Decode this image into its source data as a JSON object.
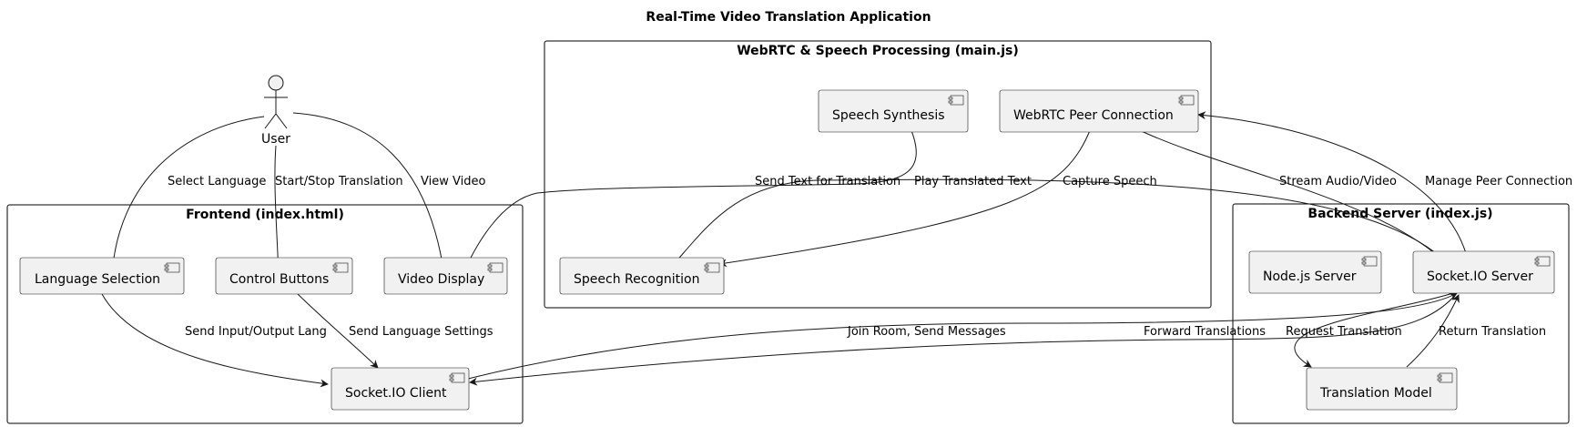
{
  "title": "Real-Time Video Translation Application",
  "actor": {
    "label": "User"
  },
  "packages": {
    "frontend": "Frontend (index.html)",
    "webrtc": "WebRTC & Speech Processing (main.js)",
    "backend": "Backend Server (index.js)"
  },
  "components": {
    "language_selection": "Language Selection",
    "control_buttons": "Control Buttons",
    "video_display": "Video Display",
    "socketio_client": "Socket.IO Client",
    "speech_synthesis": "Speech Synthesis",
    "webrtc_peer": "WebRTC Peer Connection",
    "speech_recognition": "Speech Recognition",
    "nodejs_server": "Node.js Server",
    "socketio_server": "Socket.IO Server",
    "translation_model": "Translation Model"
  },
  "edges": {
    "select_language": "Select Language",
    "start_stop": "Start/Stop Translation",
    "view_video": "View Video",
    "send_io_lang": "Send Input/Output Lang",
    "send_lang_settings": "Send Language Settings",
    "join_room": "Join Room, Send Messages",
    "forward_translations": "Forward Translations",
    "send_text": "Send Text for Translation",
    "play_translated": "Play Translated Text",
    "capture_speech": "Capture Speech",
    "stream_av": "Stream Audio/Video",
    "manage_peer": "Manage Peer Connection",
    "request_translation": "Request Translation",
    "return_translation": "Return Translation"
  }
}
